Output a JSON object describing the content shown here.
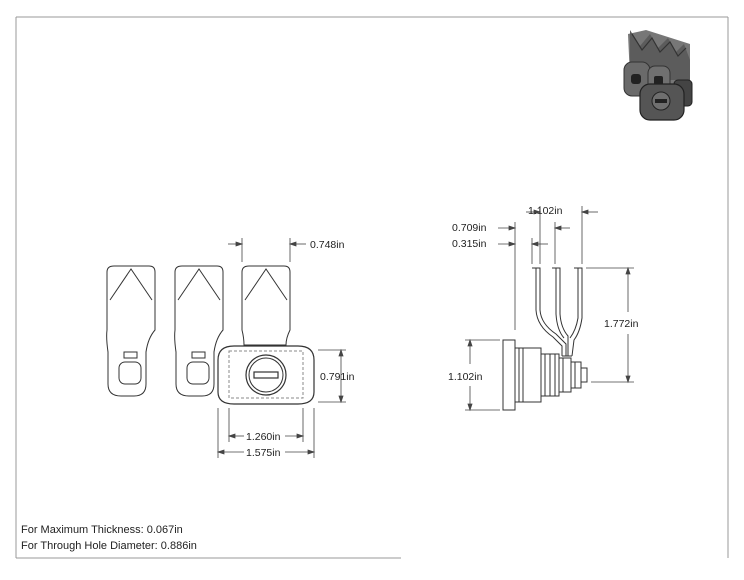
{
  "dimensions": {
    "cam_width": "0.748in",
    "face_height": "0.791in",
    "face_inner_width": "1.260in",
    "face_outer_width": "1.575in",
    "side_top_span": "1.102in",
    "side_offset_a": "0.709in",
    "side_offset_b": "0.315in",
    "side_cam_length": "1.772in",
    "side_flange_height": "1.102in"
  },
  "notes": {
    "max_thickness": "For Maximum Thickness: 0.067in",
    "through_hole": "For Through Hole Diameter: 0.886in"
  }
}
